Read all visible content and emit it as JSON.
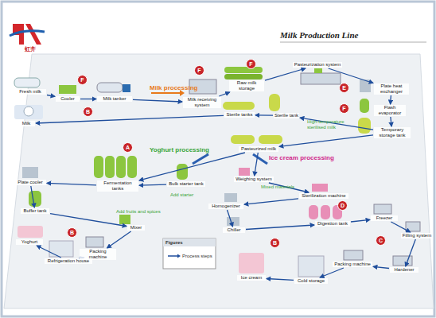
{
  "diagram": {
    "title": "Milk Production Line",
    "nodes": [
      {
        "text": [
          "Fresh milk"
        ]
      },
      {
        "text": [
          "Cooler"
        ]
      },
      {
        "text": [
          "Milk tanker"
        ]
      },
      {
        "text": [
          "Milk receiving system"
        ]
      },
      {
        "text": [
          "Raw milk storage"
        ]
      },
      {
        "text": [
          "Pasteurization system"
        ]
      },
      {
        "text": [
          "Plate heat exchanger"
        ]
      },
      {
        "text": [
          "Flash evaporator"
        ]
      },
      {
        "text": [
          "Temporary storage tank"
        ]
      },
      {
        "text": [
          "Sterile tank"
        ]
      },
      {
        "text": [
          "Sterile tanks"
        ]
      },
      {
        "text": [
          "Pasteurized milk"
        ]
      },
      {
        "text": [
          "Milk"
        ]
      },
      {
        "text": [
          "Plate cooler"
        ]
      },
      {
        "text": [
          "Fermentation tanks"
        ]
      },
      {
        "text": [
          "Bulk starter tank"
        ]
      },
      {
        "text": [
          "Buffer tank"
        ]
      },
      {
        "text": [
          "Mixer"
        ]
      },
      {
        "text": [
          "Packing machine"
        ]
      },
      {
        "text": [
          "Refrigeration house"
        ]
      },
      {
        "text": [
          "Yoghurt"
        ]
      },
      {
        "text": [
          "Weighing system"
        ]
      },
      {
        "text": [
          "Sterilization machine"
        ]
      },
      {
        "text": [
          "Homogenizer"
        ]
      },
      {
        "text": [
          "Chiller"
        ]
      },
      {
        "text": [
          "Digestion tank"
        ]
      },
      {
        "text": [
          "Freezer"
        ]
      },
      {
        "text": [
          "Filling system"
        ]
      },
      {
        "text": [
          "Hardener"
        ]
      },
      {
        "text": [
          "Packing machine"
        ]
      },
      {
        "text": [
          "Cold storage"
        ]
      },
      {
        "text": [
          "Ice cream"
        ]
      }
    ],
    "edges": [
      {
        "from": 0,
        "to": 1,
        "arrow": "to"
      },
      {
        "from": 1,
        "to": 2,
        "arrow": "to"
      },
      {
        "from": 2,
        "to": 3,
        "arrow": "to"
      },
      {
        "from": 3,
        "to": 4,
        "arrow": "to"
      },
      {
        "from": 4,
        "to": 5,
        "arrow": "to"
      },
      {
        "from": 5,
        "to": 6,
        "arrow": "to"
      },
      {
        "from": 6,
        "to": 7,
        "arrow": "to"
      },
      {
        "from": 7,
        "to": 8,
        "arrow": "to"
      },
      {
        "from": 8,
        "to": 9,
        "arrow": "to"
      },
      {
        "from": 9,
        "to": 10,
        "arrow": "to"
      },
      {
        "from": 10,
        "to": 12,
        "arrow": "to"
      },
      {
        "from": 8,
        "to": 11,
        "arrow": "to"
      },
      {
        "from": 11,
        "to": 14,
        "arrow": "to"
      },
      {
        "from": 11,
        "to": 21,
        "arrow": "to"
      },
      {
        "from": 15,
        "to": 14,
        "arrow": "to"
      },
      {
        "from": 14,
        "to": 13,
        "arrow": "to"
      },
      {
        "from": 13,
        "to": 16,
        "arrow": "to"
      },
      {
        "from": 16,
        "to": 17,
        "arrow": "to"
      },
      {
        "from": 17,
        "to": 18,
        "arrow": "to"
      },
      {
        "from": 18,
        "to": 19,
        "arrow": "to"
      },
      {
        "from": 19,
        "to": 20,
        "arrow": "to"
      },
      {
        "from": 21,
        "to": 22,
        "arrow": "to"
      },
      {
        "from": 22,
        "to": 23,
        "arrow": "to"
      },
      {
        "from": 23,
        "to": 24,
        "arrow": "to"
      },
      {
        "from": 24,
        "to": 25,
        "arrow": "to"
      },
      {
        "from": 25,
        "to": 26,
        "arrow": "to"
      },
      {
        "from": 26,
        "to": 27,
        "arrow": "to"
      },
      {
        "from": 27,
        "to": 28,
        "arrow": "to"
      },
      {
        "from": 28,
        "to": 29,
        "arrow": "to"
      },
      {
        "from": 29,
        "to": 30,
        "arrow": "to"
      },
      {
        "from": 30,
        "to": 31,
        "arrow": "to"
      }
    ],
    "labels": [
      "虹齐",
      "Milk processing",
      "High-temperature sterilised milk",
      "Yoghurt processing",
      "Ice cream processing",
      "Add starter",
      "Add fruits and spices",
      "Mixed materials",
      "Figures",
      "F",
      "F",
      "F",
      "E",
      "F",
      "B",
      "A",
      "D",
      "B",
      "B",
      "C"
    ],
    "legend": [
      {
        "text": "Process steps"
      }
    ]
  }
}
